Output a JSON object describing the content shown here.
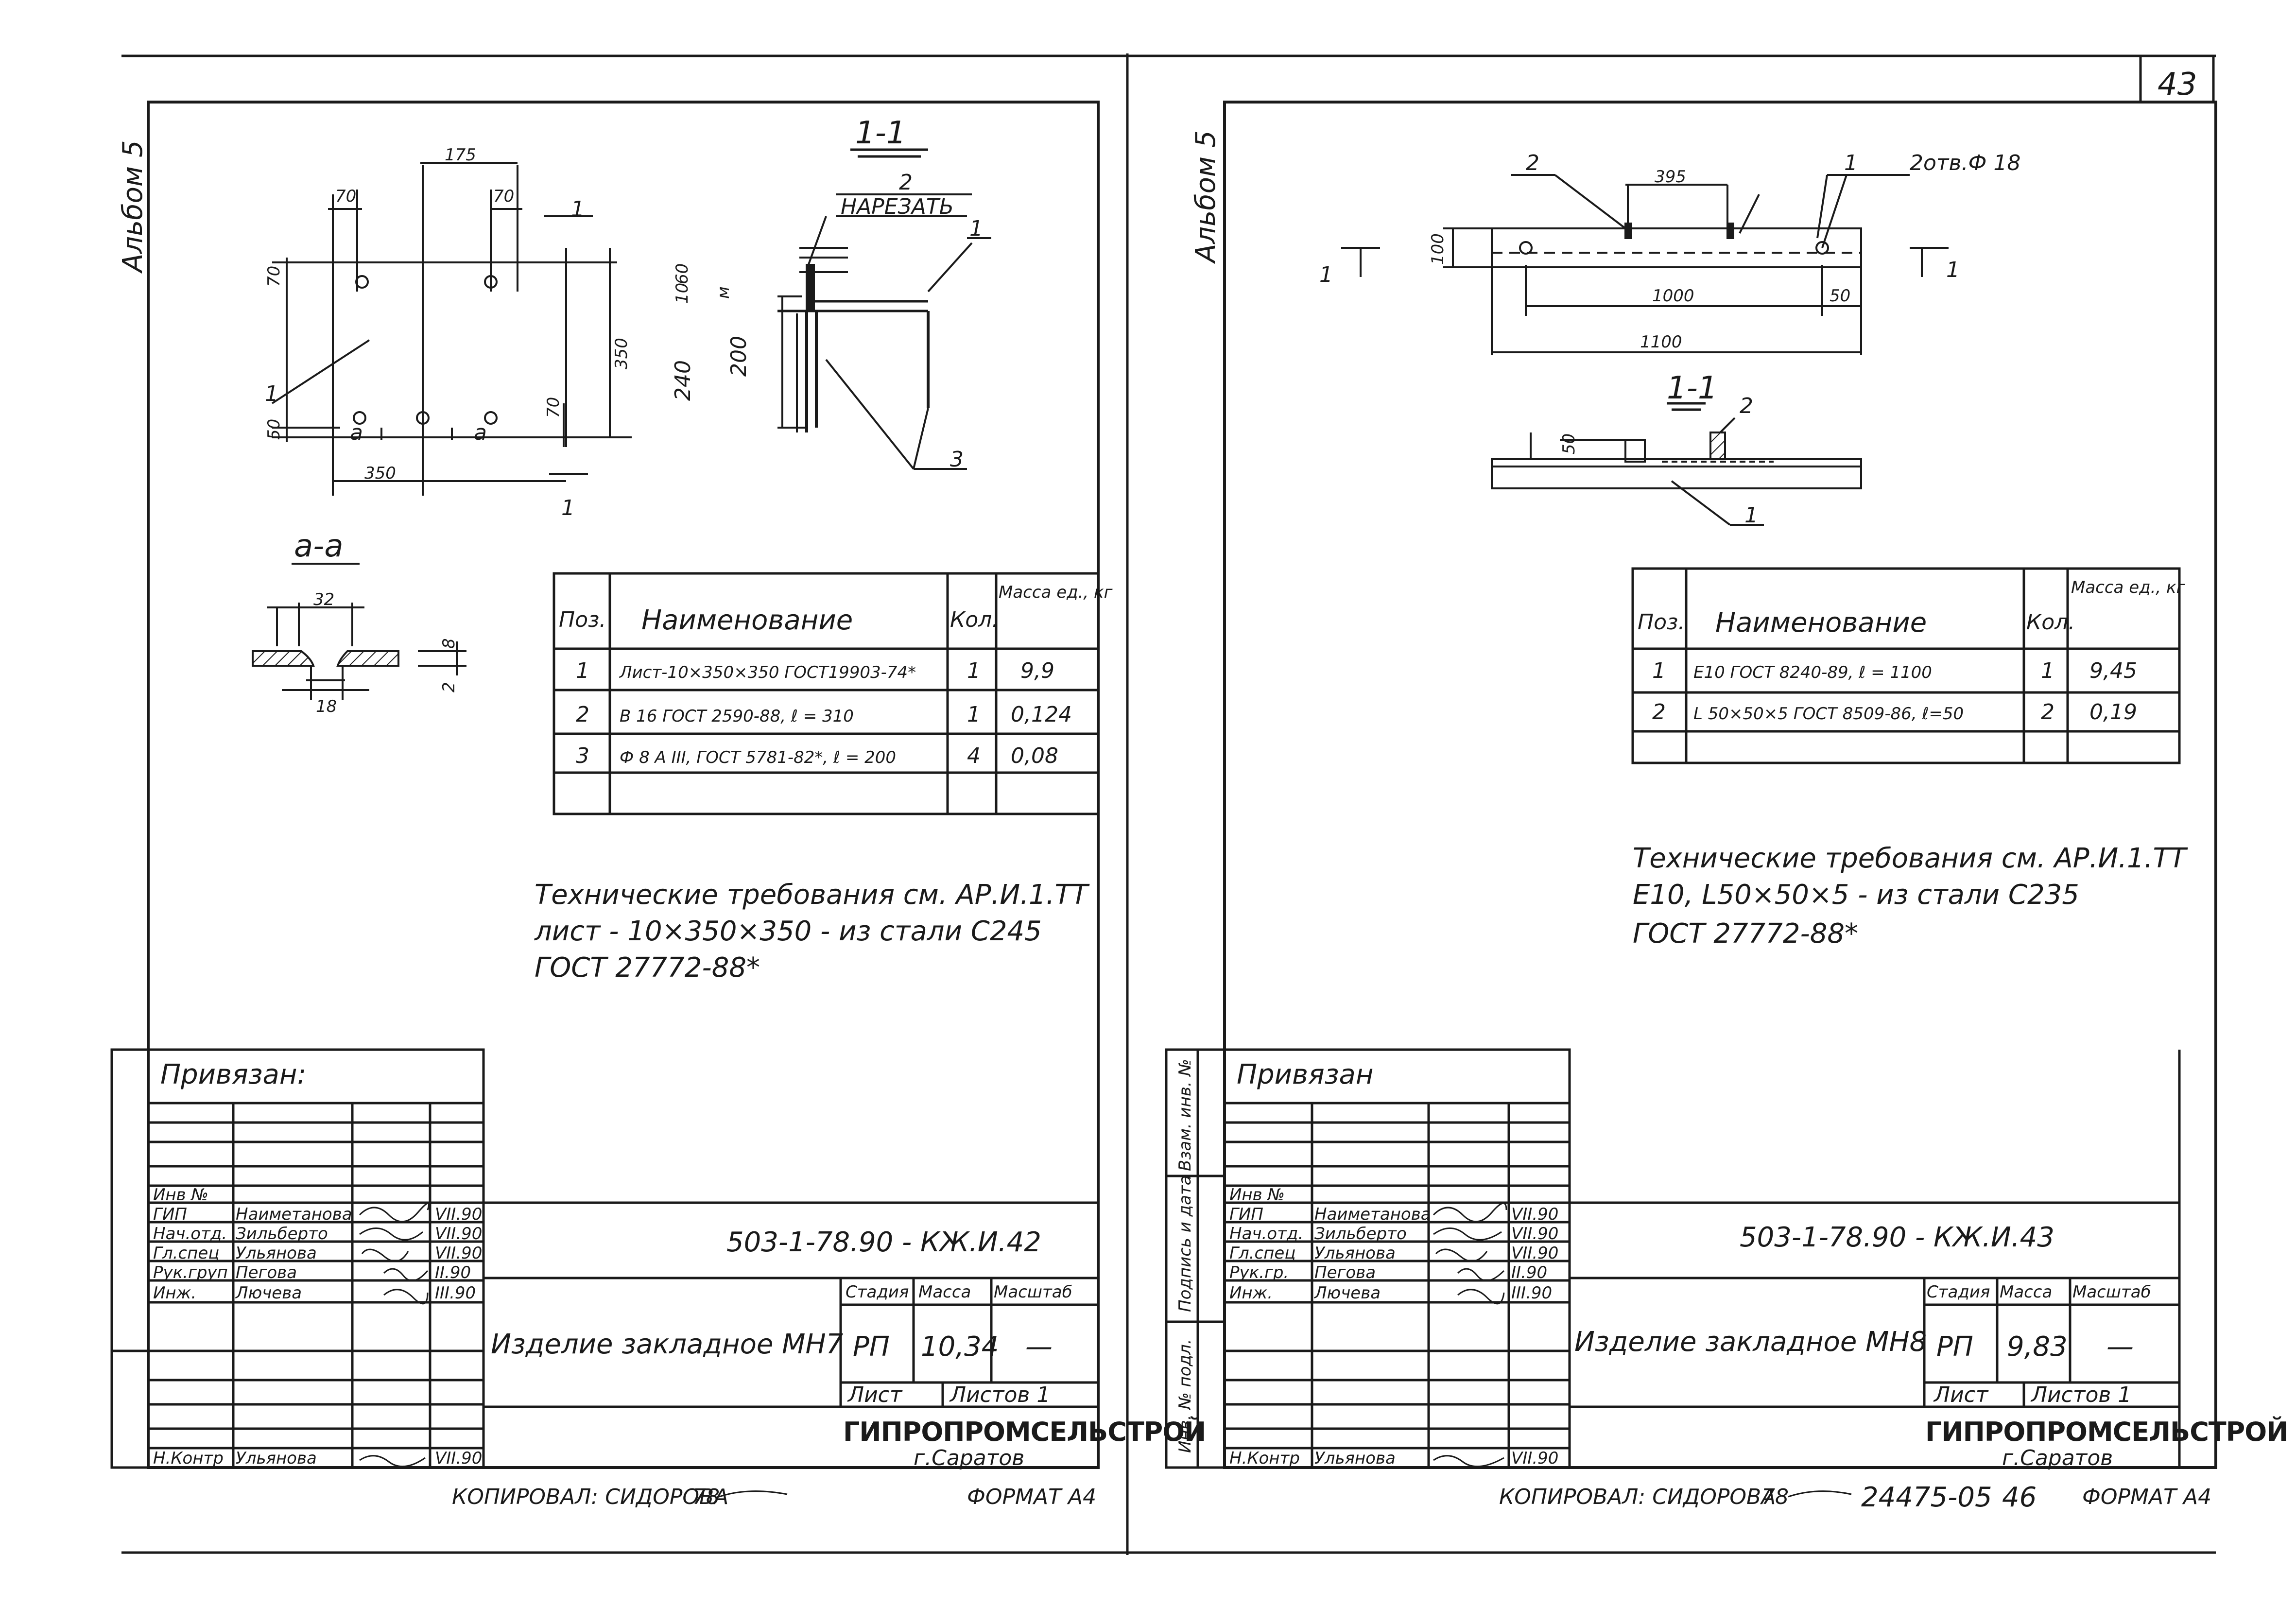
{
  "page_number": "43",
  "copied_by": "КОПИРОВАЛ: СИДОРОВА",
  "copier_signature_mark": "78",
  "format_label": "ФОРМАТ А4",
  "archive_number": "24475-05",
  "archive_sheet": "46",
  "left_sheet": {
    "album_label": "Альбом 5",
    "section_label": "1-1",
    "detail_label": "а-а",
    "cut_marker": "1",
    "note_cut": "НАРЕЗАТЬ",
    "leader_numbers": [
      "1",
      "2",
      "3"
    ],
    "weld_label": "а",
    "dimensions": {
      "top": "175",
      "left_70": "70",
      "right_70": "70",
      "left_vertical_70": "70",
      "height_350": "350",
      "right_vertical_70": "70",
      "bottom_50": "50",
      "width_350": "350",
      "sec_10": "10",
      "sec_60": "60",
      "sec_240": "240",
      "sec_200": "200",
      "sec_m": "м",
      "aa_32": "32",
      "aa_8": "8",
      "aa_2": "2",
      "aa_18": "18"
    },
    "spec_table": {
      "headers": [
        "Поз.",
        "Наименование",
        "Кол.",
        "Масса ед., кг"
      ],
      "rows": [
        [
          "1",
          "Лист-10×350×350 ГОСТ19903-74*",
          "1",
          "9,9"
        ],
        [
          "2",
          "В 16 ГОСТ 2590-88, ℓ = 310",
          "1",
          "0,124"
        ],
        [
          "3",
          "Ф 8 А III, ГОСТ 5781-82*, ℓ = 200",
          "4",
          "0,08"
        ],
        [
          "",
          "",
          "",
          ""
        ]
      ]
    },
    "notes": [
      "Технические требования см. АР.И.1.ТТ",
      "лист - 10×350×350 - из стали С245",
      "ГОСТ 27772-88*"
    ],
    "title_block": {
      "bound_label": "Привязан:",
      "inv_label": "Инв №",
      "staff": [
        {
          "role": "ГИП",
          "name": "Наиметанова",
          "date": "VII.90"
        },
        {
          "role": "Нач.отд.",
          "name": "Зильберто",
          "date": "VII.90"
        },
        {
          "role": "Гл.спец",
          "name": "Ульянова",
          "date": "VII.90"
        },
        {
          "role": "Рук.груп",
          "name": "Пегова",
          "date": "II.90"
        },
        {
          "role": "Инж.",
          "name": "Лючева",
          "date": "III.90"
        },
        {
          "role": "Н.Контр",
          "name": "Ульянова",
          "date": "VII.90"
        }
      ],
      "doc_code": "503-1-78.90 - КЖ.И.42",
      "item_name": "Изделие закладное МН7",
      "stage_header": "Стадия",
      "mass_header": "Масса",
      "scale_header": "Масштаб",
      "stage": "РП",
      "mass": "10,34",
      "scale": "—",
      "sheet_label": "Лист",
      "sheets_label": "Листов 1",
      "org": "ГИПРОПРОМСЕЛЬСТРОЙ",
      "city": "г.Саратов"
    }
  },
  "right_sheet": {
    "album_label": "Альбом 5",
    "section_label": "1-1",
    "cut_marker": "1",
    "holes_label": "2отв.Ф 18",
    "leader_numbers": [
      "1",
      "2"
    ],
    "dimensions": {
      "top_395": "395",
      "height_100": "100",
      "len_1000": "1000",
      "end_50": "50",
      "len_1100": "1100",
      "sec_50": "50"
    },
    "spec_table": {
      "headers": [
        "Поз.",
        "Наименование",
        "Кол.",
        "Масса ед., кг"
      ],
      "rows": [
        [
          "1",
          "Е10 ГОСТ 8240-89, ℓ = 1100",
          "1",
          "9,45"
        ],
        [
          "2",
          "L 50×50×5 ГОСТ 8509-86, ℓ=50",
          "2",
          "0,19"
        ],
        [
          "",
          "",
          "",
          ""
        ]
      ]
    },
    "notes": [
      "Технические требования см. АР.И.1.ТТ",
      "Е10, L50×50×5 - из стали С235",
      "ГОСТ 27772-88*"
    ],
    "side_labels": [
      "Взам. инв. №",
      "Подпись и дата",
      "Инв. № подл."
    ],
    "title_block": {
      "bound_label": "Привязан",
      "inv_label": "Инв №",
      "staff": [
        {
          "role": "ГИП",
          "name": "Наиметанова",
          "date": "VII.90"
        },
        {
          "role": "Нач.отд.",
          "name": "Зильберто",
          "date": "VII.90"
        },
        {
          "role": "Гл.спец",
          "name": "Ульянова",
          "date": "VII.90"
        },
        {
          "role": "Рук.гр.",
          "name": "Пегова",
          "date": "II.90"
        },
        {
          "role": "Инж.",
          "name": "Лючева",
          "date": "III.90"
        },
        {
          "role": "Н.Контр",
          "name": "Ульянова",
          "date": "VII.90"
        }
      ],
      "doc_code": "503-1-78.90 - КЖ.И.43",
      "item_name": "Изделие закладное МН8",
      "stage_header": "Стадия",
      "mass_header": "Масса",
      "scale_header": "Масштаб",
      "stage": "РП",
      "mass": "9,83",
      "scale": "—",
      "sheet_label": "Лист",
      "sheets_label": "Листов 1",
      "org": "ГИПРОПРОМСЕЛЬСТРОЙ",
      "city": "г.Саратов"
    }
  }
}
